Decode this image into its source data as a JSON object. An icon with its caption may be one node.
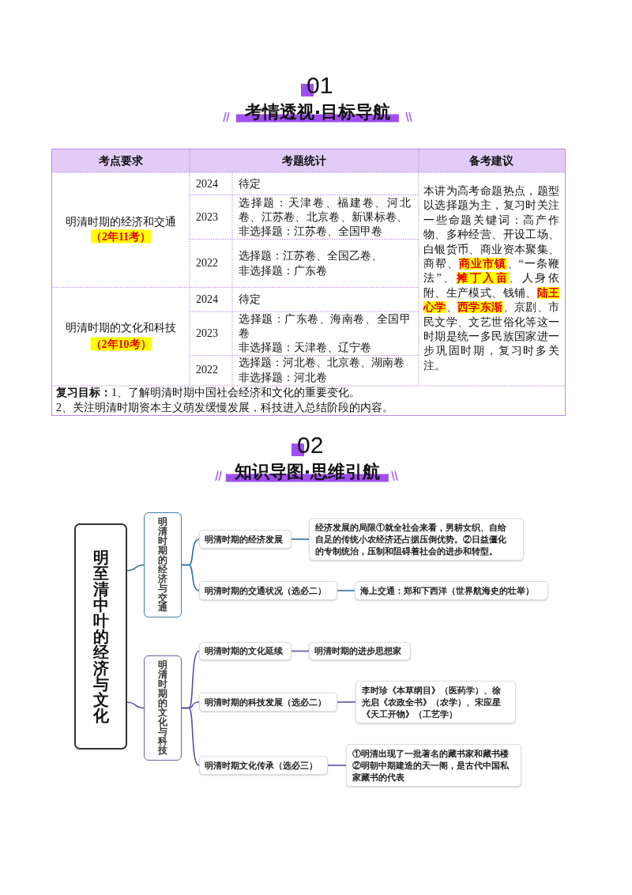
{
  "diagram": {
    "nodes": [
      {
        "text": [
          "明至清中叶的经济与文化"
        ]
      },
      {
        "text": [
          "明清时期的经济与交通"
        ]
      },
      {
        "text": [
          "明清时期的经济发展"
        ]
      },
      {
        "text": [
          "经济发展的局限①就全社会来看，男耕女织、自给自足的传统小农经济还占据压倒优势。②日益僵化的专制统治，压制和阻碍着社会的进步和转型。"
        ]
      },
      {
        "text": [
          "明清时期的交通状况（选必二）"
        ]
      },
      {
        "text": [
          "海上交通：郑和下西洋（世界航海史的壮举）"
        ]
      },
      {
        "text": [
          "明清时期的文化与科技"
        ]
      },
      {
        "text": [
          "明清时期的文化延续"
        ]
      },
      {
        "text": [
          "明清时期的进步思想家"
        ]
      },
      {
        "text": [
          "明清时期的科技发展（选必二）"
        ]
      },
      {
        "text": [
          "李时珍《本草纲目》（医药学）、徐光启《农政全书》（农学）、宋应星《天工开物》（工艺学）"
        ]
      },
      {
        "text": [
          "明清时期文化传承（选必三）"
        ]
      },
      {
        "text": [
          "①明清出现了一批著名的藏书家和藏书楼",
          "②明朝中期建造的天一阁，是古代中国私家藏书的代表"
        ]
      }
    ],
    "edges": [
      {
        "from": 0,
        "to": 1,
        "arrow": "none",
        "color": "#2f6f9c"
      },
      {
        "from": 1,
        "to": 2,
        "arrow": "none",
        "color": "#2f6f9c"
      },
      {
        "from": 2,
        "to": 3,
        "arrow": "none",
        "color": "#2f6f9c"
      },
      {
        "from": 1,
        "to": 4,
        "arrow": "none",
        "color": "#2f6f9c"
      },
      {
        "from": 4,
        "to": 5,
        "arrow": "none",
        "color": "#2f6f9c"
      },
      {
        "from": 0,
        "to": 6,
        "arrow": "none"
      },
      {
        "from": 6,
        "to": 7,
        "arrow": "none"
      },
      {
        "from": 7,
        "to": 8,
        "arrow": "none"
      },
      {
        "from": 6,
        "to": 9,
        "arrow": "none"
      },
      {
        "from": 9,
        "to": 10,
        "arrow": "none"
      },
      {
        "from": 6,
        "to": 11,
        "arrow": "none"
      },
      {
        "from": 11,
        "to": 12,
        "arrow": "none"
      }
    ],
    "labels": [
      "01",
      "考情透视·目标导航",
      "考点要求",
      "考题统计",
      "备考建议",
      "明清时期的经济和交通",
      "（2年11考）",
      "2024",
      "待定",
      "本讲为高考命题热点，题型以选择题为主，复习时关注一些命题关键词：高产作物、多种经营、开设工场、白银货币、商业资本聚集、商帮、**商业市镇**、“一条鞭法”、**摊丁入亩**、人身依附、生产模式、钱铺、**陆王心学**、**西学东渐**、京剧、市民文学、文艺世俗化等这一时期是统一多民族国家进一步巩固时期，复习时多关注。",
      "2023",
      "选择题：天津卷、福建卷、河北卷、江苏卷、北京卷、新课标卷、",
      "非选择题：江苏卷、全国甲卷",
      "2022",
      "选择题：江苏卷、全国乙卷、",
      "非选择题：广东卷",
      "明清时期的文化和科技",
      "（2年10考）",
      "2024",
      "待定",
      "2023",
      "选择题：广东卷、海南卷、全国甲卷",
      "非选择题：天津卷、辽宁卷",
      "2022",
      "选择题：河北卷、北京卷、湖南卷",
      "非选择题：河北卷",
      "**复习目标：**1、了解明清时期中国社会经济和文化的重要变化。",
      "2、关注明清时期资本主义萌发缓慢发展，科技进入总结阶段的内容。",
      "02",
      "知识导图·思维引航"
    ]
  }
}
